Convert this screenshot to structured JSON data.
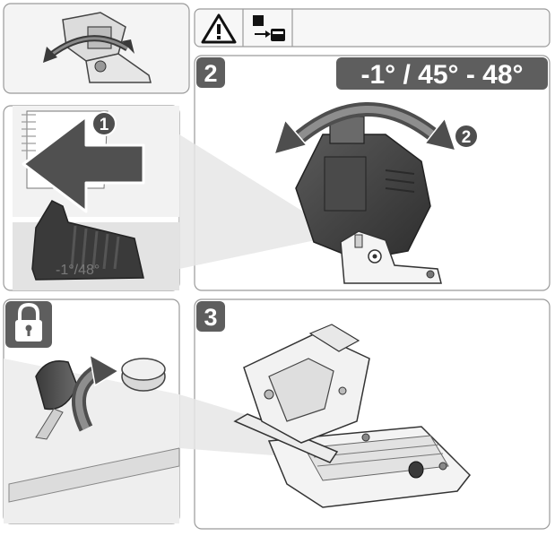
{
  "steps": {
    "step2": {
      "number": "2",
      "angle_range": "-1° / 45° - 48°",
      "sub1": "1",
      "sub2": "2"
    },
    "step3": {
      "number": "3"
    }
  },
  "header": {
    "icons": [
      "warning-icon",
      "unplug-battery-icon"
    ]
  },
  "detail": {
    "scale_text": "-1°/48°"
  },
  "colors": {
    "badge": "#5e5e5e",
    "arrow": "#4e4e4e",
    "frame": "#9a9a9a",
    "panel_bg": "#ececec"
  }
}
